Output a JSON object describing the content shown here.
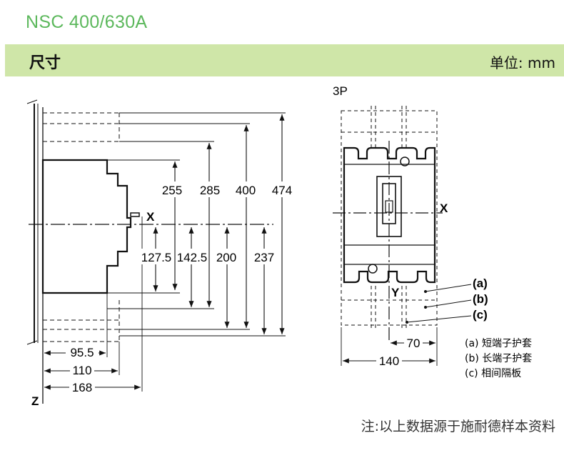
{
  "header": {
    "product": "NSC 400/630A",
    "section": "尺寸",
    "unit": "单位: mm"
  },
  "side_view": {
    "heights": [
      "255",
      "285",
      "400",
      "474"
    ],
    "lower": [
      "127.5",
      "142.5",
      "200",
      "237"
    ],
    "depths": [
      "95.5",
      "110",
      "168"
    ],
    "axis_x": "X",
    "axis_z": "Z"
  },
  "front_view": {
    "pole": "3P",
    "axis_x": "X",
    "axis_y": "Y",
    "width": "140",
    "pitch": "70",
    "callouts": [
      "(a)",
      "(b)",
      "(c)"
    ]
  },
  "legend": [
    "(a) 短端子护套",
    "(b) 长端子护套",
    "(c) 相间隔板"
  ],
  "note": "注:以上数据源于施耐德样本资料"
}
